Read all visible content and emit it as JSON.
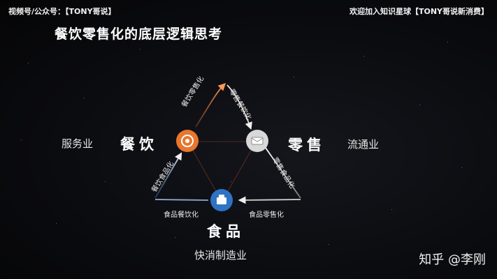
{
  "header": {
    "left_text": "视频号/公众号：【TONY哥说】",
    "right_text": "欢迎加入知识星球【TONY哥说新消费】"
  },
  "title": "餐饮零售化的底层逻辑思考",
  "nodes": {
    "catering": {
      "label": "餐饮",
      "side_label": "服务业",
      "icon": "bowl-icon",
      "color": "#e8772e"
    },
    "retail": {
      "label": "零售",
      "side_label": "流通业",
      "icon": "box-icon",
      "color": "#d8d8d8"
    },
    "food": {
      "label": "食品",
      "side_label": "快消制造业",
      "icon": "package-icon",
      "color": "#2e73c4"
    }
  },
  "edges": {
    "catering_to_retail": "餐饮零售化",
    "retail_to_catering": "零售餐饮化",
    "retail_to_food": "零售食品化",
    "food_to_retail": "食品零售化",
    "food_to_catering": "食品餐饮化",
    "catering_to_food": "餐饮食品化"
  },
  "watermark": "知乎 @李刚"
}
